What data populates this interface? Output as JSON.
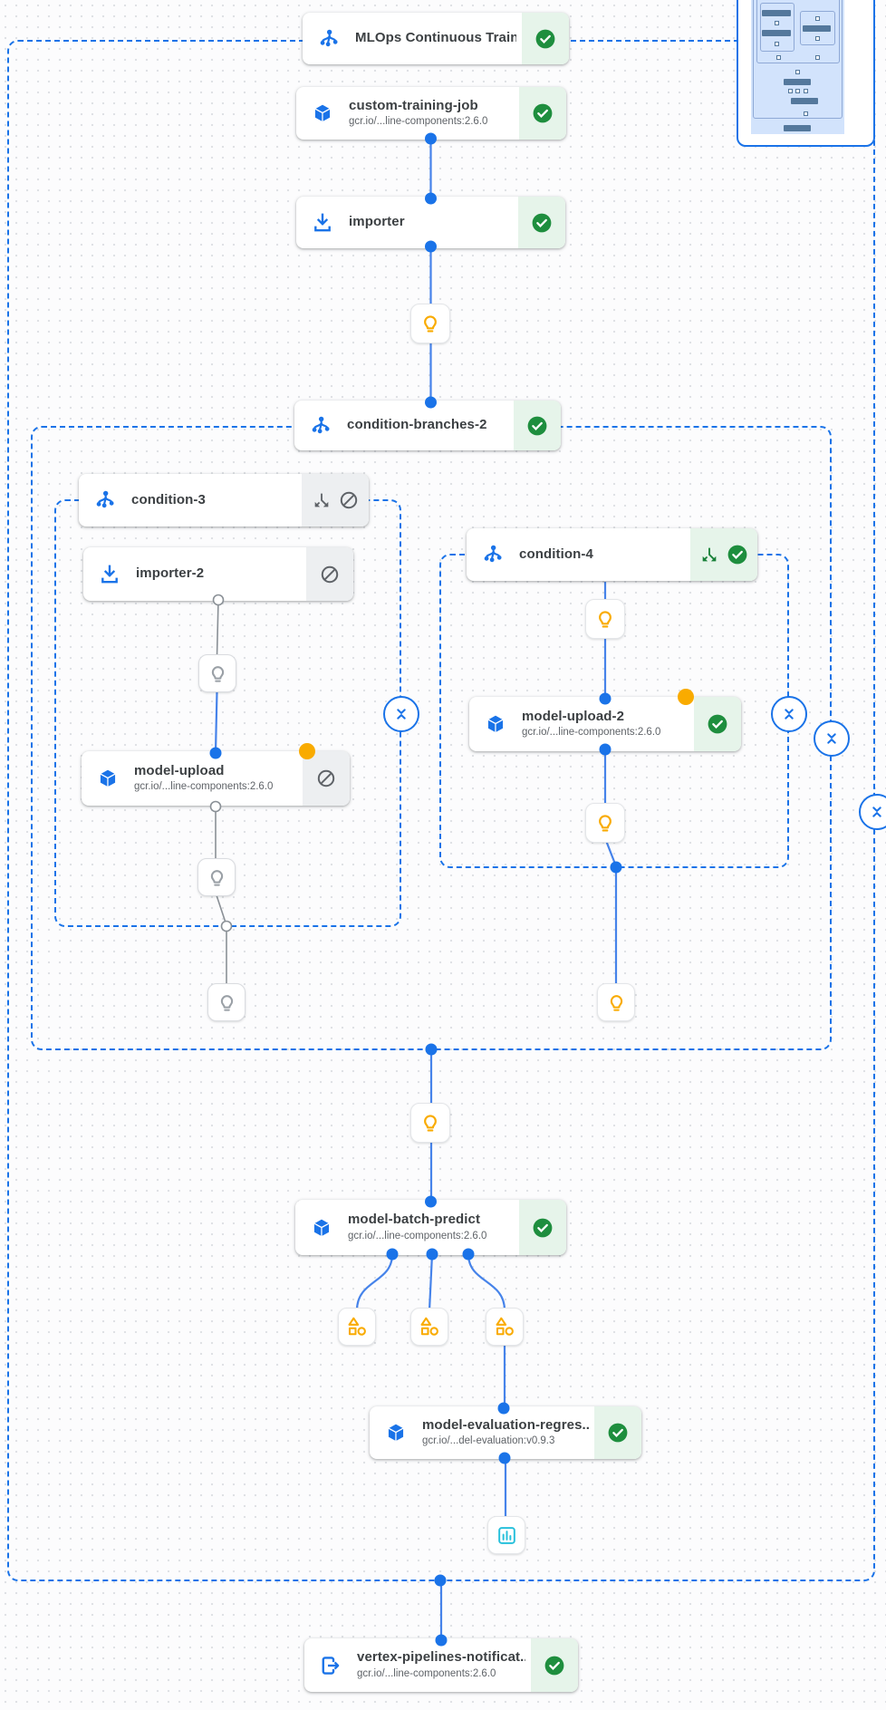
{
  "pipeline": {
    "title": "MLOps Continuous Traini...",
    "status": "succeeded"
  },
  "nodes": {
    "mlops_title": {
      "label": "MLOps Continuous Traini...",
      "status": "succeeded"
    },
    "custom_training_job": {
      "title": "custom-training-job",
      "subtitle": "gcr.io/...line-components:2.6.0",
      "status": "succeeded"
    },
    "importer": {
      "title": "importer",
      "status": "succeeded"
    },
    "condition_branches_2": {
      "title": "condition-branches-2",
      "status": "succeeded"
    },
    "condition_3": {
      "title": "condition-3",
      "status": "skipped"
    },
    "importer_2": {
      "title": "importer-2",
      "status": "skipped"
    },
    "model_upload": {
      "title": "model-upload",
      "subtitle": "gcr.io/...line-components:2.6.0",
      "status": "skipped"
    },
    "condition_4": {
      "title": "condition-4",
      "status": "succeeded"
    },
    "model_upload_2": {
      "title": "model-upload-2",
      "subtitle": "gcr.io/...line-components:2.6.0",
      "status": "succeeded"
    },
    "model_batch_predict": {
      "title": "model-batch-predict",
      "subtitle": "gcr.io/...line-components:2.6.0",
      "status": "succeeded"
    },
    "model_evaluation_regression": {
      "title": "model-evaluation-regres...",
      "subtitle": "gcr.io/...del-evaluation:v0.9.3",
      "status": "succeeded"
    },
    "vertex_pipelines_notification": {
      "title": "vertex-pipelines-notificat...",
      "subtitle": "gcr.io/...line-components:2.6.0",
      "status": "succeeded"
    }
  },
  "icons": {
    "dag": "pipeline-tree glyph",
    "cube": "component cube glyph",
    "download": "importer download glyph",
    "exit": "exit-to-app glyph",
    "lightbulb": "artifact lightbulb glyph",
    "category": "metrics category glyph (triangle-square-circle)",
    "chart": "metrics bar-chart glyph",
    "split": "condition branch arrows glyph",
    "check_circle": "success check circle",
    "block": "skipped prohibition circle",
    "collapse": "unfold-less chevrons"
  },
  "colors": {
    "accent_blue": "#1a73e8",
    "edge_blue": "#4683ea",
    "edge_grey": "#8a9096",
    "success_green": "#1e8e3e",
    "success_bg": "#e6f4ea",
    "skipped_grey": "#5f6368",
    "skipped_bg": "#edeff1",
    "artifact_amber": "#f9ab00",
    "metrics_cyan": "#27c0db"
  }
}
